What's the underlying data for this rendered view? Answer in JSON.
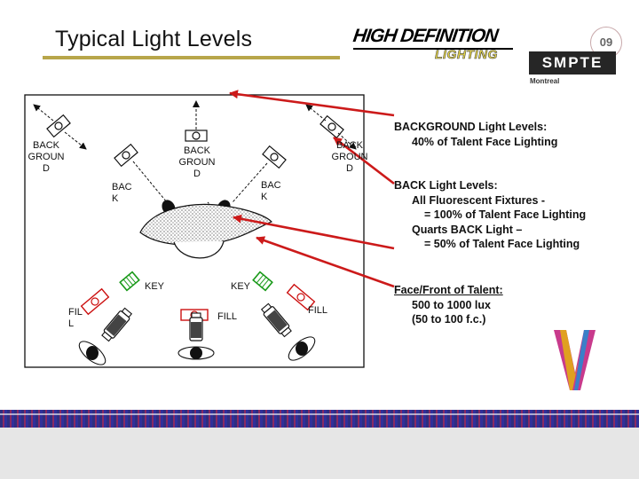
{
  "header": {
    "title": "Typical Light Levels",
    "hd_text": "HIGH DEFINITION",
    "lighting_text": "LIGHTING",
    "page_number": "09",
    "smpte_text": "SMPTE",
    "montreal_text": "Montreal"
  },
  "diagram": {
    "labels": {
      "background_left": [
        "BACK",
        "GROUN",
        "D"
      ],
      "background_center": [
        "BACK",
        "GROUN",
        "D"
      ],
      "background_right": [
        "BACK",
        "GROUN",
        "D"
      ],
      "back_left": [
        "BAC",
        "K"
      ],
      "back_right": [
        "BAC",
        "K"
      ],
      "key_left": "KEY",
      "key_right": "KEY",
      "fill_left": [
        "FIL",
        "L"
      ],
      "fill_center": "FILL",
      "fill_right": "FILL"
    },
    "colors": {
      "background_fixture": "#000000",
      "back_fixture": "#2a2a2a",
      "key_fixture": "#1a9a1a",
      "fill_fixture": "#cc1111",
      "arrows": "#cc1a1a"
    }
  },
  "notes": {
    "background": {
      "heading": "BACKGROUND Light Levels:",
      "lines": [
        "40% of Talent Face Lighting"
      ]
    },
    "back": {
      "heading": "BACK Light Levels:",
      "lines": [
        "All Fluorescent Fixtures -",
        "= 100% of Talent Face Lighting",
        "Quarts BACK Light –",
        "= 50% of Talent Face Lighting"
      ]
    },
    "front": {
      "heading": "Face/Front of Talent:",
      "lines": [
        "500 to 1000 lux",
        "(50 to 100 f.c.)"
      ]
    }
  }
}
